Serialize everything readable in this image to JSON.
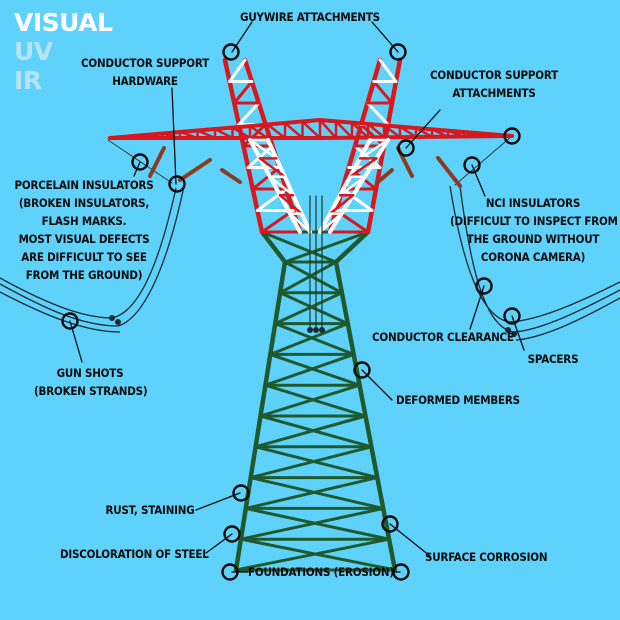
{
  "modes": [
    {
      "label": "VISUAL",
      "color": "#ffffff"
    },
    {
      "label": "UV",
      "color": "#b8e3f5"
    },
    {
      "label": "IR",
      "color": "#b8e3f5"
    }
  ],
  "colors": {
    "background": "#5fd2fb",
    "tower_red": "#d9171c",
    "tower_white": "#ffffff",
    "tower_green": "#1f5a2e",
    "insulator": "#8a3c22",
    "text": "#0b0b0b",
    "marker": "#0b0b0b"
  },
  "labels": {
    "guywire": "GUYWIRE ATTACHMENTS",
    "cs_hardware_1": "CONDUCTOR SUPPORT",
    "cs_hardware_2": "HARDWARE",
    "cs_attach_1": "CONDUCTOR SUPPORT",
    "cs_attach_2": "ATTACHMENTS",
    "porcelain_1": "PORCELAIN INSULATORS",
    "porcelain_2": "(BROKEN INSULATORS,",
    "porcelain_3": "FLASH MARKS.",
    "porcelain_4": "MOST VISUAL DEFECTS",
    "porcelain_5": "ARE DIFFICULT TO SEE",
    "porcelain_6": "FROM THE GROUND)",
    "nci_1": "NCI INSULATORS",
    "nci_2": "(DIFFICULT TO INSPECT FROM",
    "nci_3": "THE GROUND WITHOUT",
    "nci_4": "CORONA CAMERA)",
    "clearance": "CONDUCTOR CLEARANCE",
    "spacers": "SPACERS",
    "gunshots_1": "GUN SHOTS",
    "gunshots_2": "(BROKEN STRANDS)",
    "deformed": "DEFORMED MEMBERS",
    "rust": "RUST, STAINING",
    "discoloration": "DISCOLORATION OF STEEL",
    "foundations": "FOUNDATIONS (EROSION)",
    "corrosion": "SURFACE CORROSION"
  }
}
